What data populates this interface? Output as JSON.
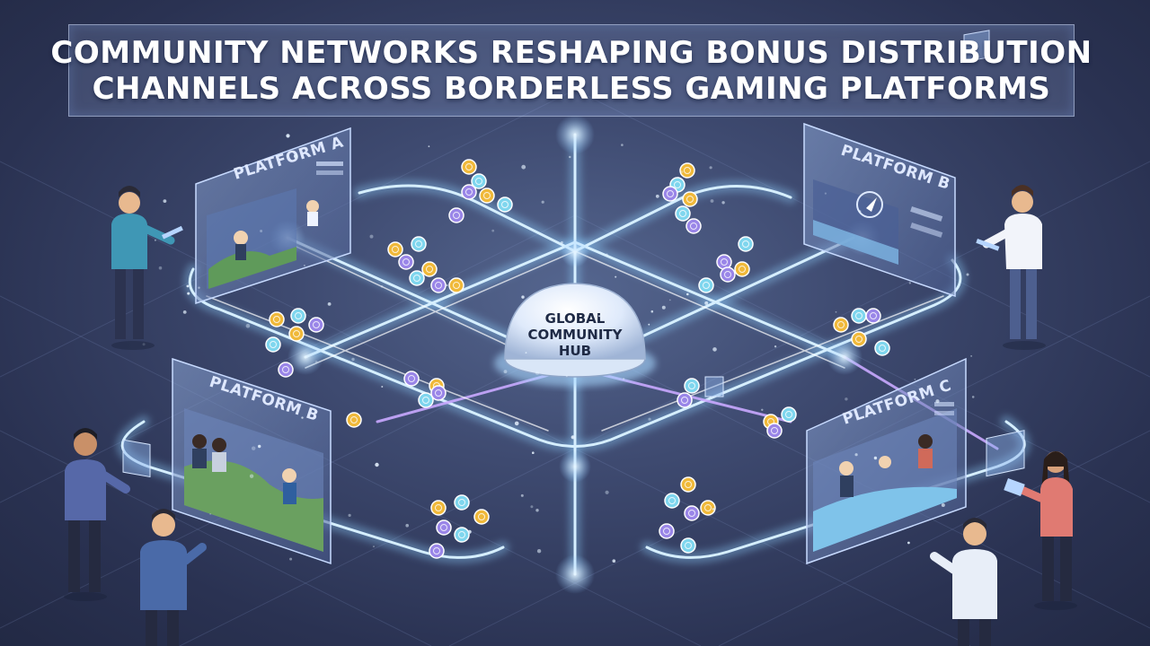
{
  "title": {
    "line1": "COMMUNITY NETWORKS RESHAPING BONUS DISTRIBUTION",
    "line2": "CHANNELS ACROSS BORDERLESS GAMING PLATFORMS"
  },
  "hub": {
    "line1": "GLOBAL",
    "line2": "COMMUNITY",
    "line3": "HUB"
  },
  "platforms": {
    "top_left": "PLATFORM A",
    "top_right": "PLATFORM B",
    "bottom_left": "PLATFORM B",
    "bottom_right": "PLATFORM C"
  },
  "colors": {
    "background": "#2c3556",
    "flow_light": "#bfe6ff",
    "flow_purple": "#c9a8ff",
    "coin_gold": "#f0b93a",
    "coin_teal": "#7fd6ee",
    "coin_violet": "#9a86e8"
  },
  "icons": [
    "coin-icon",
    "person-figure",
    "hub-dome",
    "platform-screen"
  ]
}
